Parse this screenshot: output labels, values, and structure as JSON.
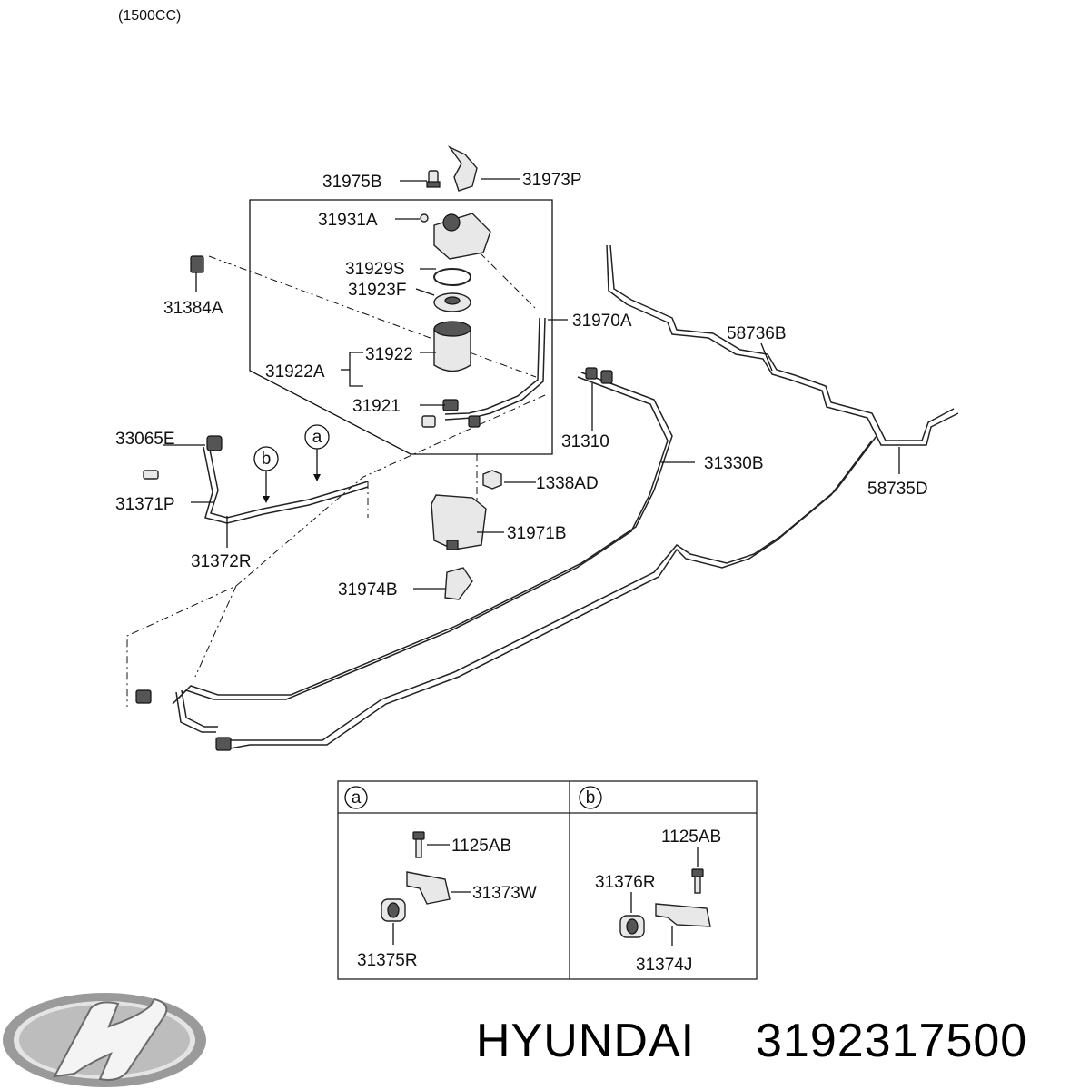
{
  "variant": "(1500CC)",
  "labels": {
    "p31975B": "31975B",
    "p31973P": "31973P",
    "p31931A": "31931A",
    "p31929S": "31929S",
    "p31923F": "31923F",
    "p31384A": "31384A",
    "p31970A": "31970A",
    "p31922": "31922",
    "p31922A": "31922A",
    "p31921": "31921",
    "p58736B": "58736B",
    "p31310": "31310",
    "p33065E": "33065E",
    "p31330B": "31330B",
    "p58735D": "58735D",
    "p1338AD": "1338AD",
    "p31371P": "31371P",
    "p31971B": "31971B",
    "p31372R": "31372R",
    "p31974B": "31974B"
  },
  "callouts": {
    "a": "a",
    "b": "b"
  },
  "detail_a": {
    "circle": "a",
    "bolt": "1125AB",
    "bracket": "31373W",
    "grommet": "31375R"
  },
  "detail_b": {
    "circle": "b",
    "bolt": "1125AB",
    "grommet": "31376R",
    "bracket": "31374J"
  },
  "footer": {
    "brand": "HYUNDAI",
    "part_number": "3192317500"
  },
  "logo_icon": "hyundai-logo-icon"
}
